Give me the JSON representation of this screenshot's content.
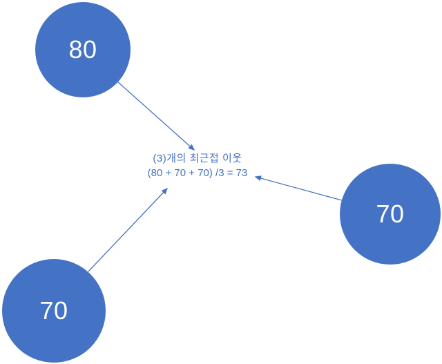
{
  "colors": {
    "accent": "#4472C4",
    "node_fill": "#4472C4",
    "node_label_text": "#FFFFFF",
    "arrow": "#4472C4",
    "annotation_text": "#4472C4",
    "background": "#FFFFFF"
  },
  "diagram": {
    "type": "knn-nearest-neighbor-illustration",
    "nodes": [
      {
        "id": "top-left",
        "label": "80"
      },
      {
        "id": "right",
        "label": "70"
      },
      {
        "id": "bottom-left",
        "label": "70"
      }
    ],
    "annotation": {
      "line1": "(3)개의 최근접 이웃",
      "line2": "(80 + 70 + 70) /3 = 73"
    },
    "arrows": [
      {
        "from": "top-left-node",
        "to": "annotation"
      },
      {
        "from": "right-node",
        "to": "annotation"
      },
      {
        "from": "bottom-left-node",
        "to": "annotation"
      }
    ]
  }
}
